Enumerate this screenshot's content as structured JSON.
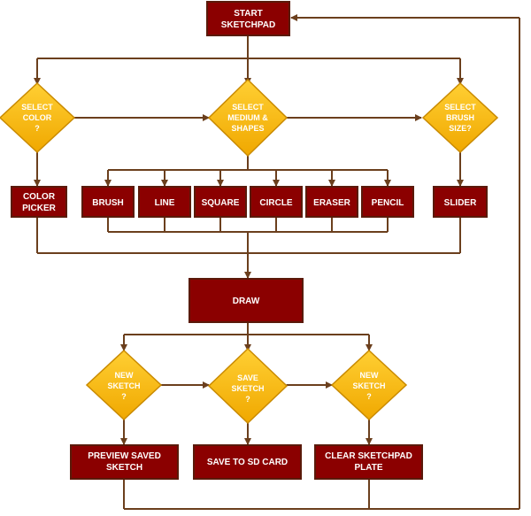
{
  "colors": {
    "process_fill": "#8b0000",
    "process_border": "#5a1a0a",
    "decision_fill": "#f4b400",
    "decision_border": "#c98a00",
    "connector": "#6b3f1d"
  },
  "nodes": {
    "start": [
      "START",
      "SKETCHPAD"
    ],
    "select_color": [
      "SELECT",
      "COLOR",
      "?"
    ],
    "select_medium": [
      "SELECT",
      "MEDIUM &",
      "SHAPES"
    ],
    "select_brush": [
      "SELECT",
      "BRUSH",
      "SIZE?"
    ],
    "color_picker": [
      "COLOR",
      "PICKER"
    ],
    "brush": [
      "BRUSH"
    ],
    "line": [
      "LINE"
    ],
    "square": [
      "SQUARE"
    ],
    "circle": [
      "CIRCLE"
    ],
    "eraser": [
      "ERASER"
    ],
    "pencil": [
      "PENCIL"
    ],
    "slider": [
      "SLIDER"
    ],
    "draw": [
      "DRAW"
    ],
    "new_sketch_left": [
      "NEW",
      "SKETCH",
      "?"
    ],
    "save_sketch": [
      "SAVE",
      "SKETCH",
      "?"
    ],
    "new_sketch_right": [
      "NEW",
      "SKETCH",
      "?"
    ],
    "preview_saved": [
      "PREVIEW SAVED",
      "SKETCH"
    ],
    "save_sd": [
      "SAVE TO SD CARD"
    ],
    "clear_plate": [
      "CLEAR SKETCHPAD",
      "PLATE"
    ]
  }
}
